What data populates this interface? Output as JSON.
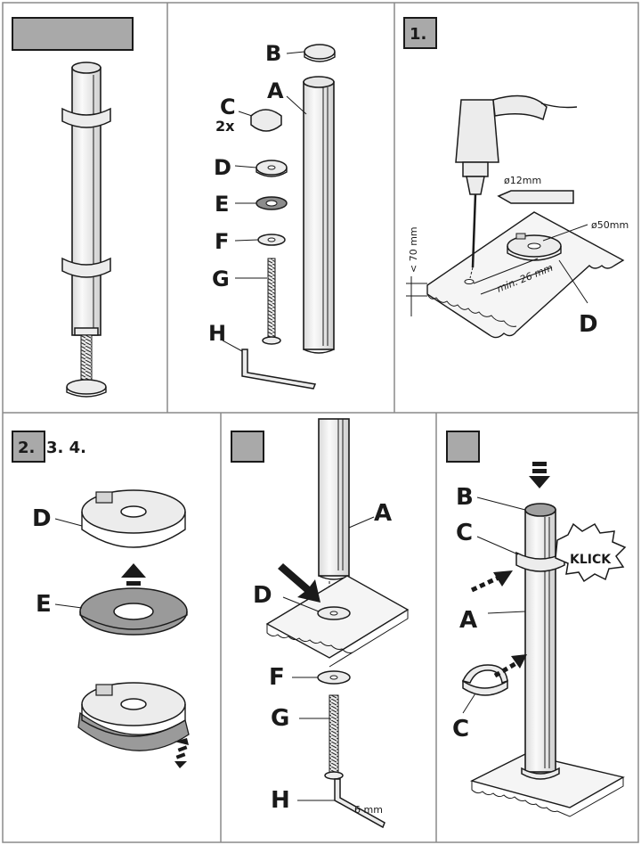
{
  "panel1": {},
  "panel2": {
    "labels": {
      "a": "A",
      "b": "B",
      "c": "C",
      "c_qty": "2x",
      "d": "D",
      "e": "E",
      "f": "F",
      "g": "G",
      "h": "H"
    }
  },
  "panel3": {
    "step": "1.",
    "drill_dia": "ø12mm",
    "base_dia": "ø50mm",
    "max_depth": "< 70 mm",
    "min_edge": "min. 26 mm",
    "label_d": "D"
  },
  "panel4": {
    "step_box": "2.",
    "step_rest": "3. 4.",
    "label_d": "D",
    "label_e": "E"
  },
  "panel5": {
    "labels": {
      "a": "A",
      "d": "D",
      "f": "F",
      "g": "G",
      "h": "H"
    },
    "key_size": "6 mm"
  },
  "panel6": {
    "labels": {
      "b": "B",
      "c_top": "C",
      "a": "A",
      "c_bottom": "C"
    },
    "klick": "KLICK"
  }
}
